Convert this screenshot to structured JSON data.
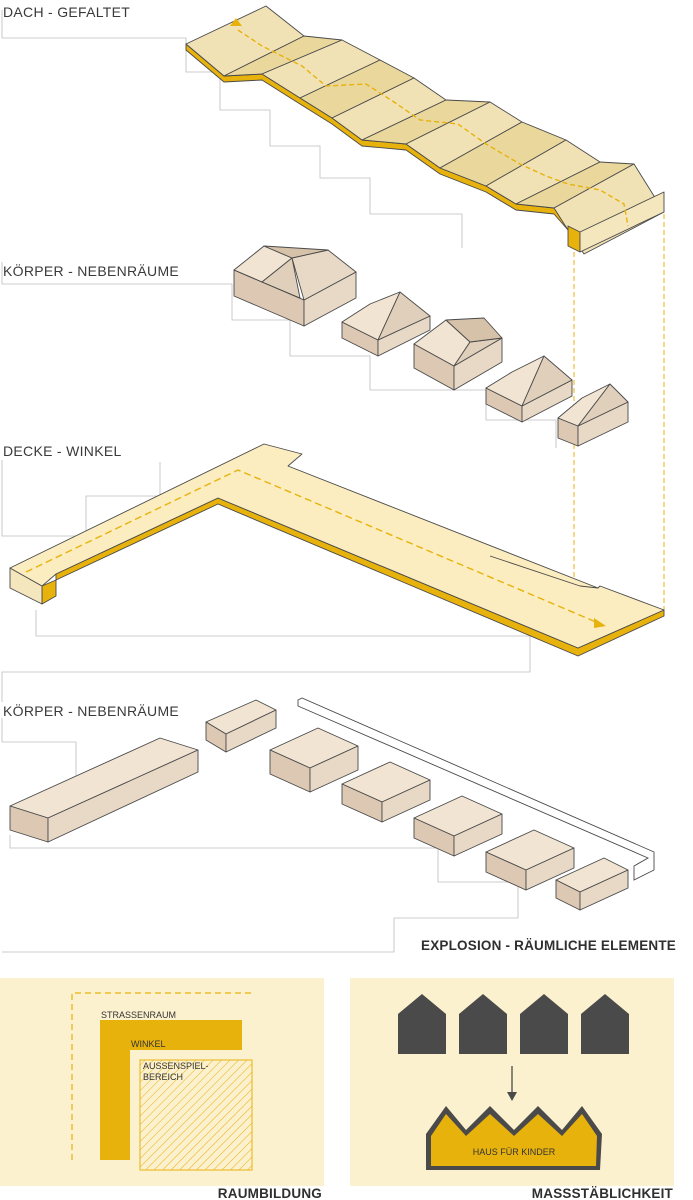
{
  "labels": {
    "dach": "DACH - GEFALTET",
    "koerper1": "KÖRPER - NEBENRÄUME",
    "decke": "DECKE - WINKEL",
    "koerper2": "KÖRPER - NEBENRÄUME",
    "explosion": "EXPLOSION - RÄUMLICHE ELEMENTE"
  },
  "raumbildung": {
    "caption": "RAUMBILDUNG",
    "strassenraum": "STRASSENRAUM",
    "winkel": "WINKEL",
    "aussen_line1": "AUSSENSPIEL-",
    "aussen_line2": "BEREICH"
  },
  "massstab": {
    "caption": "MASSSTÄBLICHKEIT",
    "haus": "HAUS FÜR KINDER"
  },
  "colors": {
    "roof_light": "#f1e2b6",
    "roof_side": "#e9d79c",
    "accent": "#e8b20c",
    "body_top": "#e8d9c6",
    "body_side": "#ddc9b3",
    "slab": "#fbedbf",
    "panel": "#fcf1cf",
    "house_dark": "#4a4a4a"
  }
}
